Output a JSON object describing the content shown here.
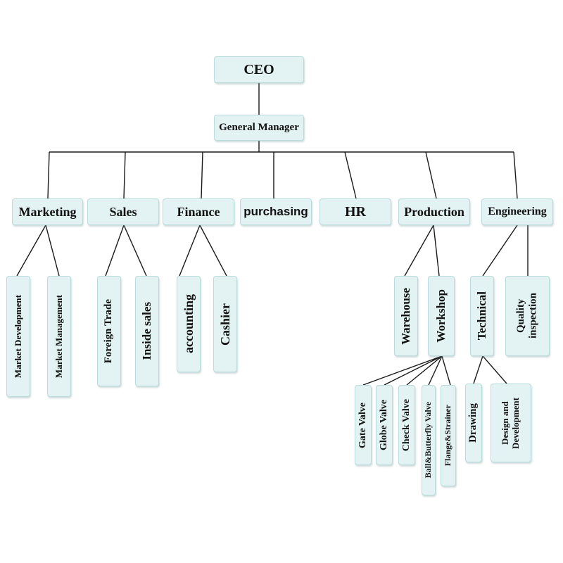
{
  "top": {
    "ceo": "CEO",
    "gm": "General Manager"
  },
  "departments": {
    "marketing": "Marketing",
    "sales": "Sales",
    "finance": "Finance",
    "purchasing": "purchasing",
    "hr": "HR",
    "production": "Production",
    "engineering": "Engineering"
  },
  "marketing_units": {
    "development": "Market Development",
    "management": "Market Management"
  },
  "sales_units": {
    "foreign": "Foreign Trade",
    "inside": "Inside sales"
  },
  "finance_units": {
    "accounting": "accounting",
    "cashier": "Cashier"
  },
  "production_units": {
    "warehouse": "Warehouse",
    "workshop": "Workshop"
  },
  "engineering_units": {
    "technical": "Technical",
    "quality_line1": "Quality",
    "quality_line2": "inspection"
  },
  "workshop_units": {
    "gate": "Gate Valve",
    "globe": "Globe Valve",
    "check": "Check Valve",
    "ball": "Ball&Butterfly Valve",
    "flange": "Flange&Strainer"
  },
  "technical_units": {
    "drawing": "Drawing",
    "design_line1": "Design and",
    "design_line2": "Development"
  }
}
